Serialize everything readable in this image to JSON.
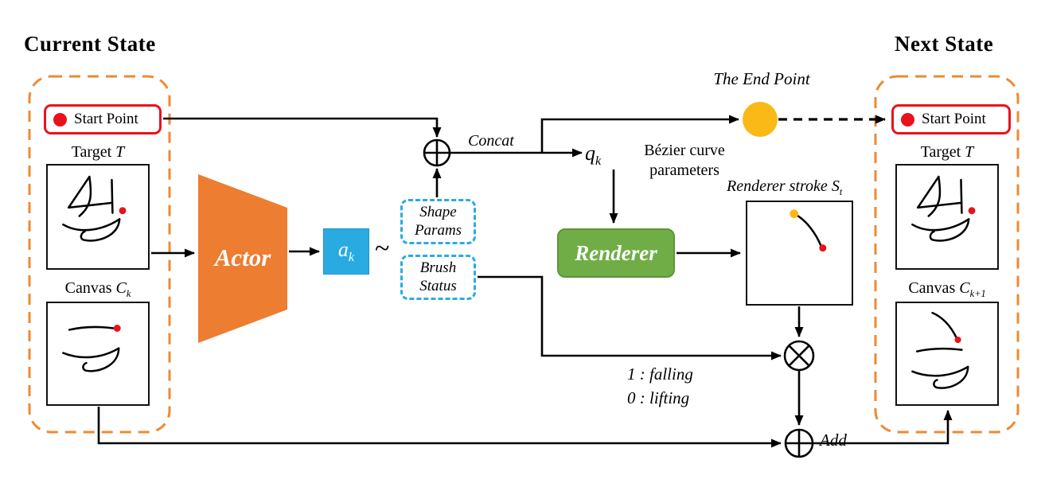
{
  "headings": {
    "current_state": "Current State",
    "next_state": "Next State"
  },
  "current_panel": {
    "start_point_label": "Start Point",
    "target_word": "Target",
    "target_var": "T",
    "canvas_word": "Canvas",
    "canvas_var": "C",
    "canvas_sub": "k"
  },
  "next_panel": {
    "start_point_label": "Start Point",
    "target_word": "Target",
    "target_var": "T",
    "canvas_word": "Canvas",
    "canvas_var": "C",
    "canvas_sub": "k+1"
  },
  "actor_label": "Actor",
  "action": {
    "var": "a",
    "sub": "k"
  },
  "tilde": "~",
  "shape_params": {
    "line1": "Shape",
    "line2": "Params"
  },
  "brush_status": {
    "line1": "Brush",
    "line2": "Status"
  },
  "concat_label": "Concat",
  "q": {
    "var": "q",
    "sub": "k"
  },
  "bezier": {
    "line1": "Bézier curve",
    "line2": "parameters"
  },
  "renderer_label": "Renderer",
  "stroke_caption": {
    "prefix": "Renderer stroke",
    "var": "S",
    "sub": "t"
  },
  "end_point_label": "The End Point",
  "gate": {
    "line1": "1 : falling",
    "line2": "0 : lifting"
  },
  "add_label": "Add",
  "colors": {
    "panel_dash": "#ED8A33",
    "actor_orange": "#ED7D31",
    "action_blue": "#29ABE2",
    "renderer_green": "#70AD47",
    "end_point_yellow": "#FBB917",
    "start_point_red": "#E8121C",
    "line_black": "#000000"
  }
}
